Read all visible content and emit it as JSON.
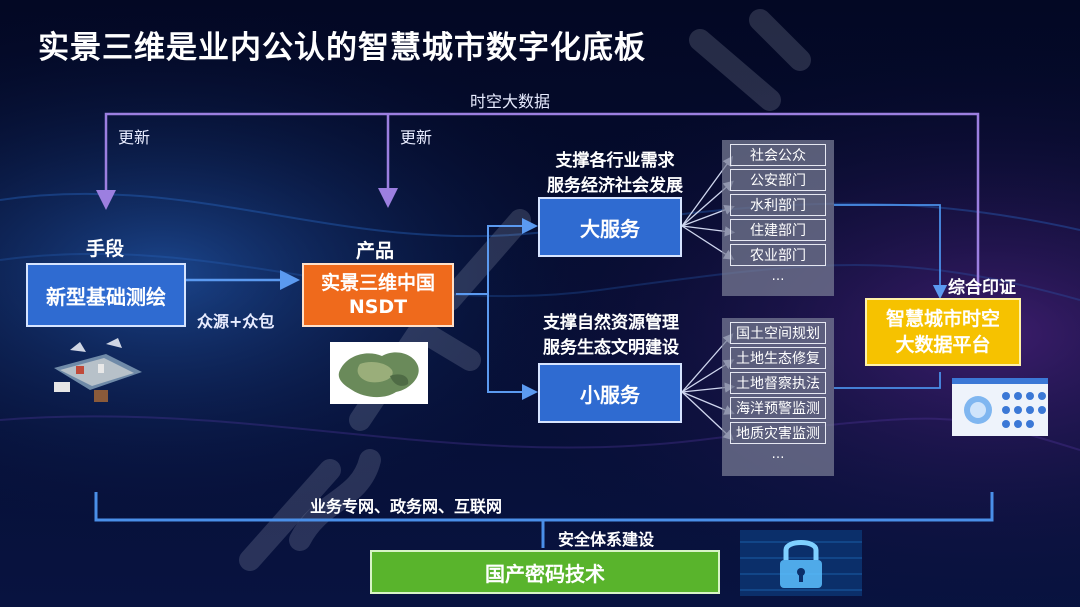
{
  "title": "实景三维是业内公认的智慧城市数字化底板",
  "top_label": "时空大数据",
  "update_left": "更新",
  "update_mid": "更新",
  "means_label": "手段",
  "means_box": "新型基础测绘",
  "crowd_label": "众源+众包",
  "product_label": "产品",
  "product_box_line1": "实景三维中国",
  "product_box_line2": "NSDT",
  "big_service": {
    "caption_line1": "支撑各行业需求",
    "caption_line2": "服务经济社会发展",
    "box": "大服务",
    "items": [
      "社会公众",
      "公安部门",
      "水利部门",
      "住建部门",
      "农业部门"
    ],
    "more": "…"
  },
  "small_service": {
    "caption_line1": "支撑自然资源管理",
    "caption_line2": "服务生态文明建设",
    "box": "小服务",
    "items": [
      "国土空间规划",
      "土地生态修复",
      "土地督察执法",
      "海洋预警监测",
      "地质灾害监测"
    ],
    "more": "…"
  },
  "verify_label": "综合印证",
  "platform_line1": "智慧城市时空",
  "platform_line2": "大数据平台",
  "network_label": "业务专网、政务网、互联网",
  "security_label": "安全体系建设",
  "crypto_box": "国产密码技术",
  "colors": {
    "accent_blue": "#2f6bd1",
    "accent_orange": "#ef6a1c",
    "accent_yellow": "#f6c200",
    "accent_green": "#59b42c",
    "line_purple": "#9c7fe0",
    "line_blue": "#4a8fe8"
  }
}
